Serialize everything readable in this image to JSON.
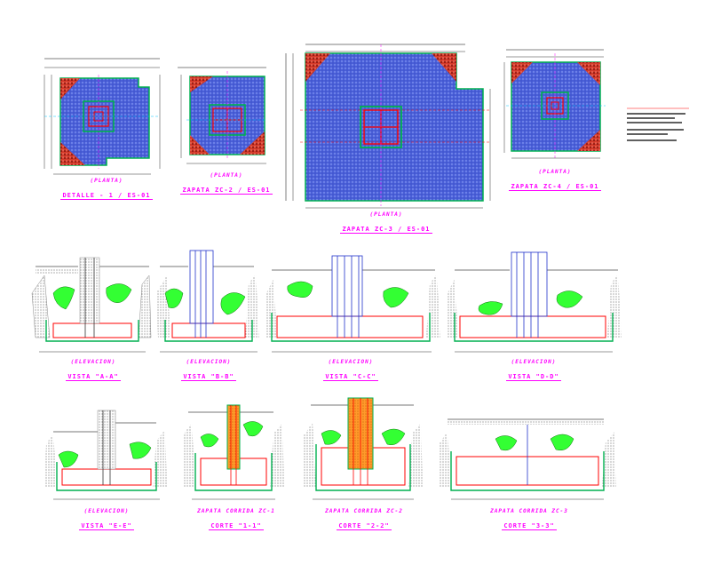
{
  "drawing": {
    "plans": [
      {
        "id": "p1",
        "view": "(PLANTA)",
        "title": "DETALLE - 1 / ES-01"
      },
      {
        "id": "p2",
        "view": "(PLANTA)",
        "title": "ZAPATA ZC-2 / ES-01"
      },
      {
        "id": "p3",
        "view": "(PLANTA)",
        "title": "ZAPATA ZC-3 / ES-01"
      },
      {
        "id": "p4",
        "view": "(PLANTA)",
        "title": "ZAPATA ZC-4 / ES-01"
      }
    ],
    "elevations": [
      {
        "id": "e1",
        "view": "(ELEVACION)",
        "title": "VISTA \"A-A\""
      },
      {
        "id": "e2",
        "view": "(ELEVACION)",
        "title": "VISTA \"B-B\""
      },
      {
        "id": "e3",
        "view": "(ELEVACION)",
        "title": "VISTA \"C-C\""
      },
      {
        "id": "e4",
        "view": "(ELEVACION)",
        "title": "VISTA \"D-D\""
      }
    ],
    "sections": [
      {
        "id": "s1",
        "view": "(ELEVACION)",
        "title": "VISTA \"E-E\""
      },
      {
        "id": "s2",
        "view": "ZAPATA CORRIDA ZC-1",
        "title": "CORTE \"1-1\""
      },
      {
        "id": "s3",
        "view": "ZAPATA CORRIDA ZC-2",
        "title": "CORTE \"2-2\""
      },
      {
        "id": "s4",
        "view": "ZAPATA CORRIDA ZC-3",
        "title": "CORTE \"3-3\""
      }
    ]
  },
  "colors": {
    "background": "#ffffff",
    "concrete_fill": "#4a5fd8",
    "outline": "#00b050",
    "rebar": "#ff0000",
    "soil_hatch": "#d43a2a",
    "green_blob": "#33ff33",
    "dimension": "#000000",
    "caption": "#ff00ff",
    "column_rebar": "#2233cc",
    "column_fill_orange": "#ff9a2a"
  }
}
